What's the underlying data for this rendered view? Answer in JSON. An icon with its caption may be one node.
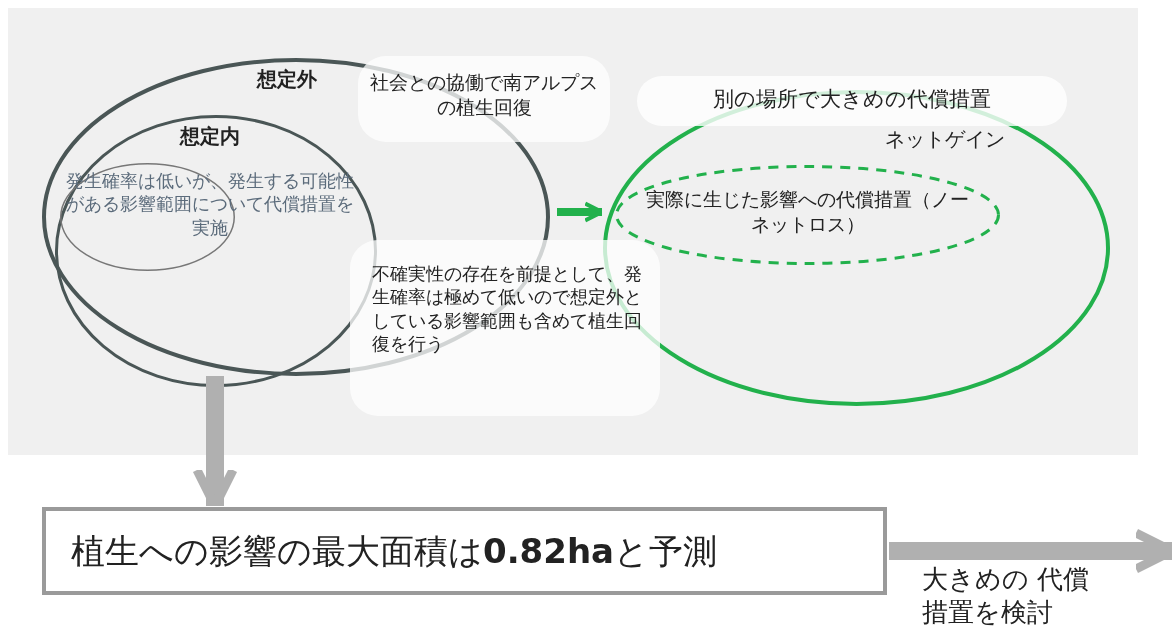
{
  "diagram": {
    "nodes": [
      {
        "text": [
          "想定外"
        ]
      },
      {
        "text": [
          "想定内"
        ],
        "in": 0
      },
      {
        "text": [
          "発生確率は低いが、発生する可能性がある影響範囲について代償措置を実施"
        ],
        "in": 1
      },
      {
        "text": [
          "社会との協働で南アルプスの植生回復"
        ]
      },
      {
        "text": [
          "不確実性の存在を前提として、発生確率は極めて低いので想定外としている影響範囲も含めて植生回復を行う"
        ]
      },
      {
        "text": [
          "ネットゲイン"
        ]
      },
      {
        "text": [
          "別の場所で大きめの代償措置"
        ]
      },
      {
        "text": [
          "実際に生じた影響への代償措置（ノーネットロス）"
        ],
        "in": 5
      },
      {
        "text": [
          "植生への影響の最大面積は**0.82ha**と予測"
        ]
      }
    ],
    "edges": [
      {
        "from": 0,
        "to": 5,
        "arrow": "to",
        "color": "#22b14c"
      },
      {
        "from": 0,
        "to": 8,
        "arrow": "to"
      },
      {
        "from": 8,
        "to": null,
        "arrow": "to",
        "label": "大きめの 代償措置を検討"
      }
    ]
  }
}
